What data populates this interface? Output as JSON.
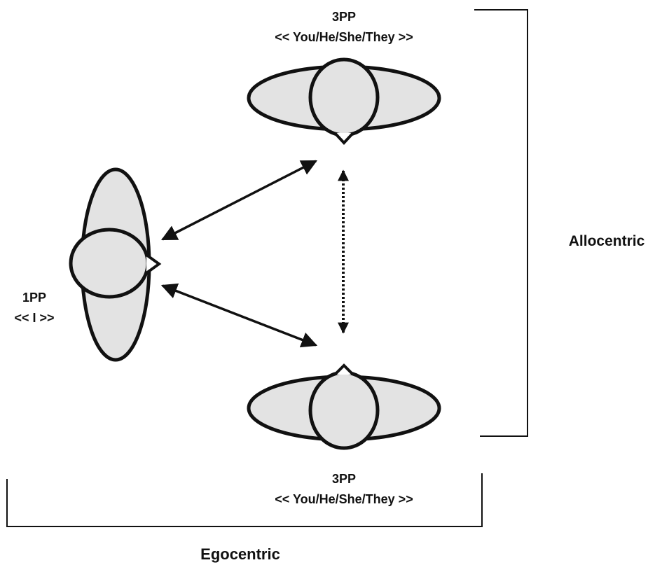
{
  "figures": {
    "top": {
      "label_line1": "3PP",
      "label_line2": "<< You/He/She/They >>"
    },
    "bottom": {
      "label_line1": "3PP",
      "label_line2": "<< You/He/She/They >>"
    },
    "left": {
      "label_line1": "1PP",
      "label_line2": "<< I >>"
    }
  },
  "brackets": {
    "right_label": "Allocentric",
    "bottom_label": "Egocentric"
  },
  "colors": {
    "body_fill": "#e3e3e3",
    "stroke": "#111111"
  }
}
